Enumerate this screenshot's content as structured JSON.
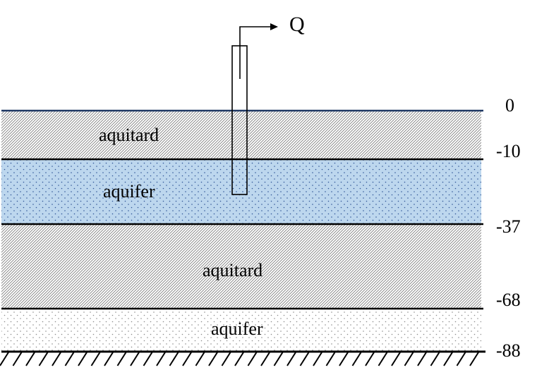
{
  "well": {
    "discharge_label": "Q"
  },
  "layers": [
    {
      "label": "aquitard",
      "top_depth": 0,
      "bottom_depth": -10,
      "type": "aquitard",
      "color": "#ffffff"
    },
    {
      "label": "aquifer",
      "top_depth": -10,
      "bottom_depth": -37,
      "type": "aquifer",
      "color": "#bdd7ee"
    },
    {
      "label": "aquitard",
      "top_depth": -37,
      "bottom_depth": -68,
      "type": "aquitard",
      "color": "#ffffff"
    },
    {
      "label": "aquifer",
      "top_depth": -68,
      "bottom_depth": -88,
      "type": "aquifer",
      "color": "#ffffff"
    }
  ],
  "depth_labels": [
    "0",
    "-10",
    "-37",
    "-68",
    "-88"
  ],
  "colors": {
    "surface_line": "#1f3864",
    "aquifer_fill": "#bdd7ee",
    "aquifer_dots": "#2f5597",
    "hatch": "#7f7f7f",
    "boundary": "#000000"
  }
}
